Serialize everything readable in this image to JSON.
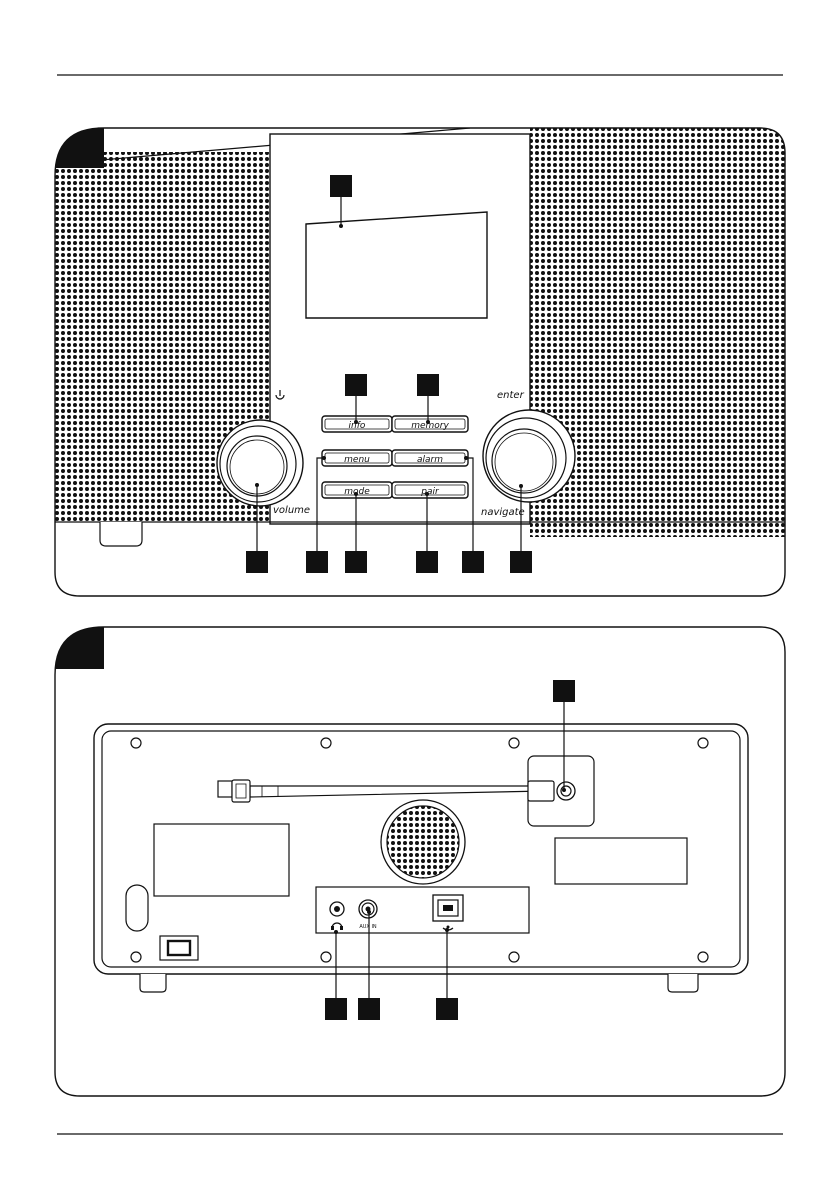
{
  "front_panel": {
    "buttons": {
      "info": "info",
      "memory": "memory",
      "menu": "menu",
      "alarm": "alarm",
      "mode": "mode",
      "pair": "pair"
    },
    "knob_labels": {
      "volume": "volume",
      "enter": "enter",
      "navigate": "navigate"
    },
    "power_symbol": "power-icon"
  },
  "rear_panel": {
    "aux_label": "AUX IN",
    "headphone_symbol": "headphone-icon",
    "usb_symbol": "usb-icon"
  }
}
